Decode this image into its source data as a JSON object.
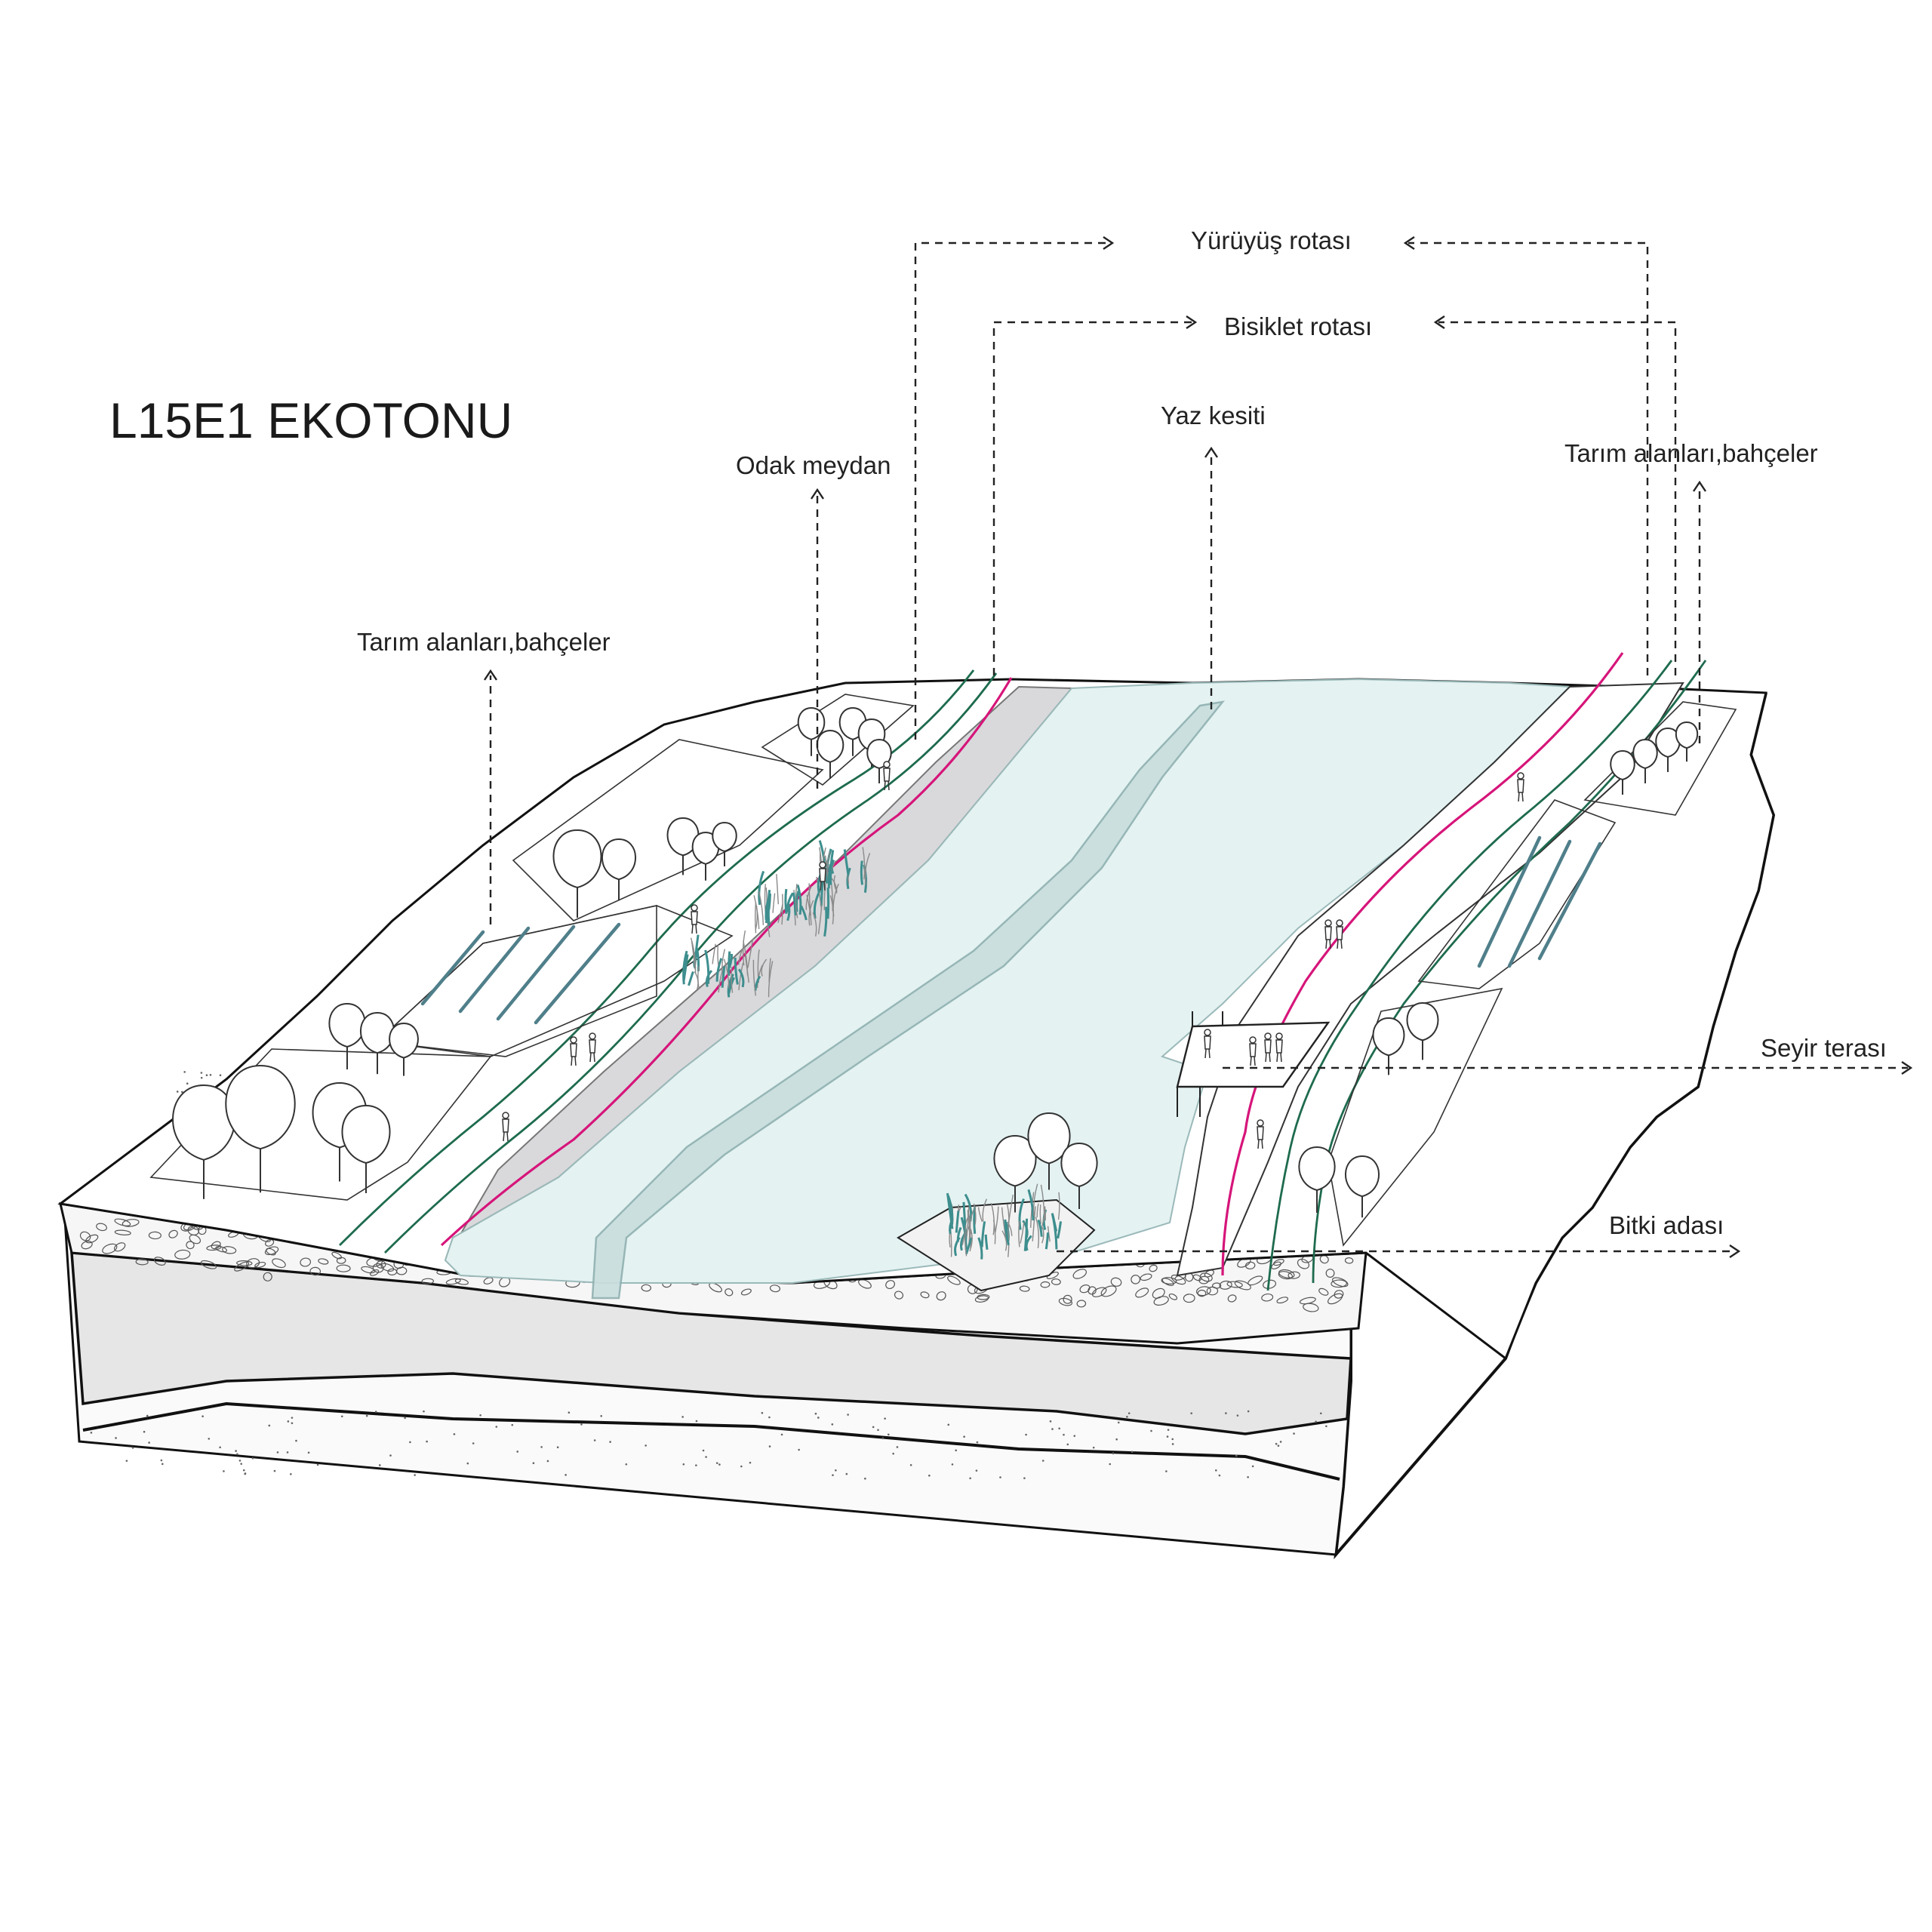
{
  "title": "L15E1 EKOTONU",
  "labels": {
    "walking_route": "Yürüyüş rotası",
    "bicycle_route": "Bisiklet rotası",
    "summer_section": "Yaz kesiti",
    "focal_square": "Odak meydan",
    "farmland_left": "Tarım alanları,bahçeler",
    "farmland_right": "Tarım alanları,bahçeler",
    "viewing_terrace": "Seyir terası",
    "plant_island": "Bitki adası"
  },
  "colors": {
    "water": "#e4f2f2",
    "water_edge": "#b9d2d2",
    "bank_grey": "#d9d9dc",
    "soil_band": "#e6e6e7",
    "path_green": "#1e6b4e",
    "path_magenta": "#d6157a",
    "furrow_blue": "#4f7f8a",
    "plant_teal": "#3e8e8e"
  },
  "icons": [
    "arrow-up-icon",
    "arrow-right-icon",
    "arrow-left-icon",
    "tree-icon",
    "person-icon"
  ]
}
